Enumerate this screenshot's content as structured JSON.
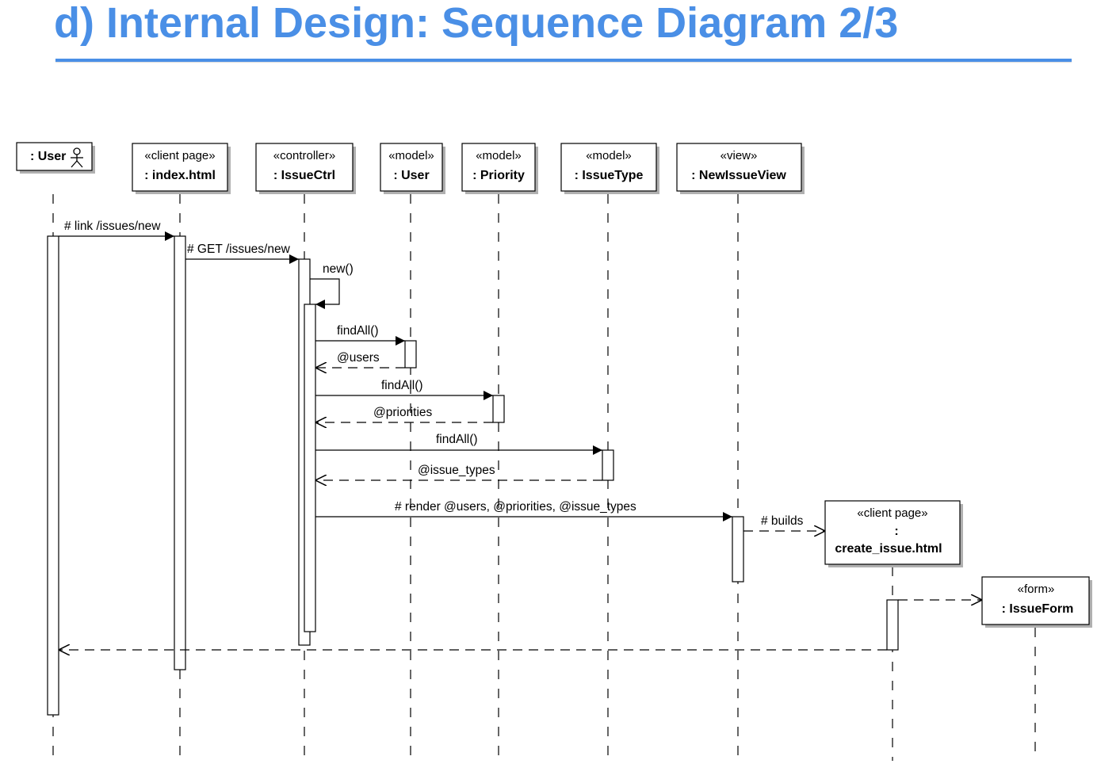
{
  "slide": {
    "title": "d) Internal Design: Sequence Diagram 2/3"
  },
  "colors": {
    "title": "#4a8fe6",
    "rule": "#4a8fe6",
    "lines": "#000000",
    "box_fill": "#ffffff",
    "shadow": "#b0b0b0"
  },
  "participants": [
    {
      "id": "user",
      "stereotype": "",
      "name": ": User",
      "icon": "actor-icon"
    },
    {
      "id": "index",
      "stereotype": "«client page»",
      "name": ": index.html"
    },
    {
      "id": "ctrl",
      "stereotype": "«controller»",
      "name": ": IssueCtrl"
    },
    {
      "id": "muser",
      "stereotype": "«model»",
      "name": ": User"
    },
    {
      "id": "prio",
      "stereotype": "«model»",
      "name": ": Priority"
    },
    {
      "id": "itype",
      "stereotype": "«model»",
      "name": ": IssueType"
    },
    {
      "id": "view",
      "stereotype": "«view»",
      "name": ": NewIssueView"
    },
    {
      "id": "create",
      "stereotype": "«client page»",
      "name": ":",
      "name2": "create_issue.html"
    },
    {
      "id": "form",
      "stereotype": "«form»",
      "name": ": IssueForm"
    }
  ],
  "messages": [
    {
      "id": "m1",
      "label": "# link /issues/new",
      "kind": "sync"
    },
    {
      "id": "m2",
      "label": "# GET /issues/new",
      "kind": "sync"
    },
    {
      "id": "m3",
      "label": "new()",
      "kind": "self"
    },
    {
      "id": "m4",
      "label": "findAll()",
      "kind": "sync"
    },
    {
      "id": "m5",
      "label": "@users",
      "kind": "return"
    },
    {
      "id": "m6",
      "label": "findAll()",
      "kind": "sync"
    },
    {
      "id": "m7",
      "label": "@priorities",
      "kind": "return"
    },
    {
      "id": "m8",
      "label": "findAll()",
      "kind": "sync"
    },
    {
      "id": "m9",
      "label": "@issue_types",
      "kind": "return"
    },
    {
      "id": "m10",
      "label": "# render @users, @priorities, @issue_types",
      "kind": "sync"
    },
    {
      "id": "m11",
      "label": "# builds",
      "kind": "create"
    },
    {
      "id": "m12",
      "label": "",
      "kind": "create"
    },
    {
      "id": "m13",
      "label": "",
      "kind": "return"
    }
  ]
}
